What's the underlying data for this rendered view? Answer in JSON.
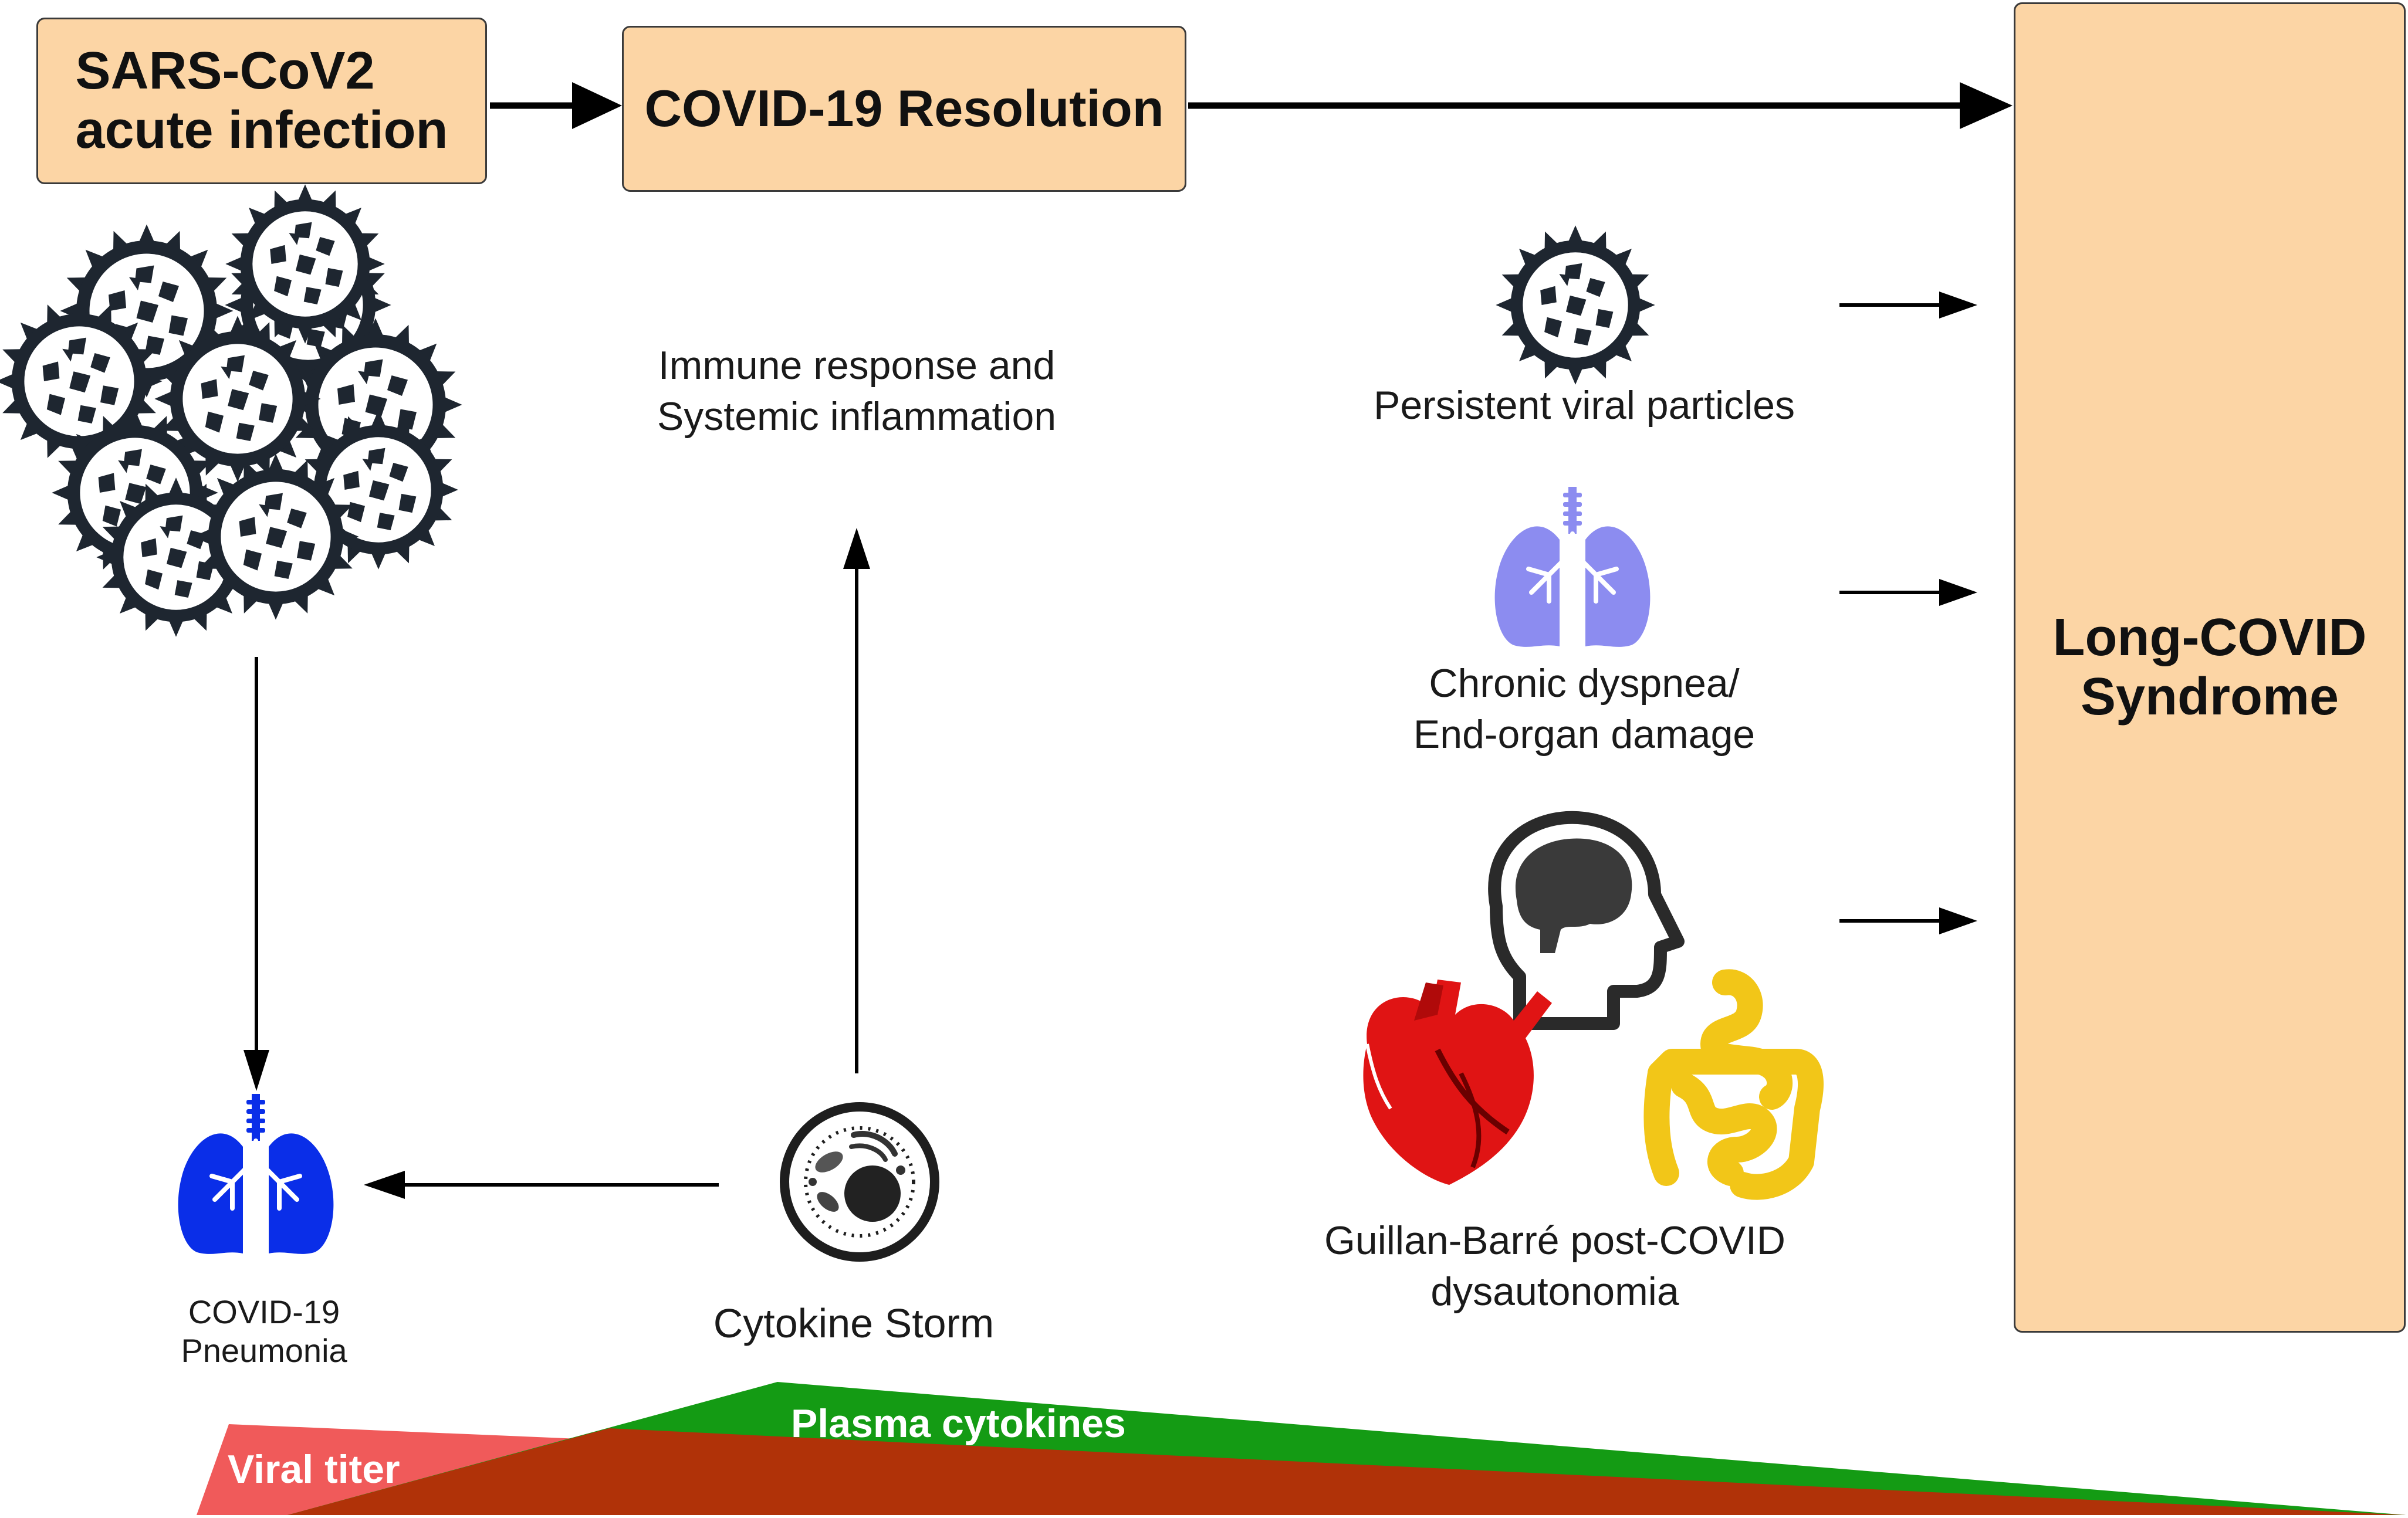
{
  "boxes": {
    "acute": "SARS-CoV2\nacute infection",
    "resolution": "COVID-19 Resolution",
    "long_covid": "Long-COVID\nSyndrome"
  },
  "labels": {
    "immune": "Immune response and\nSystemic inflammation",
    "persistent": "Persistent viral particles",
    "dyspnea": "Chronic dyspnea/\nEnd-organ damage",
    "guillan": "Guillan-Barré post-COVID\ndysautonomia",
    "pneumonia": "COVID-19\nPneumonia",
    "cytokine_storm": "Cytokine Storm"
  },
  "gradient": {
    "viral_titer": "Viral titer",
    "plasma_cytokines": "Plasma cytokines"
  },
  "icons": [
    "virus-cluster-icon",
    "virus-icon",
    "lungs-icon",
    "brain-head-icon",
    "heart-icon",
    "intestine-icon",
    "immune-cell-icon"
  ],
  "colors": {
    "box_fill": "#fcd5a5",
    "viral_titer": "#f05a5a",
    "plasma_cytokines": "#149b14",
    "overlap": "#b03208",
    "lungs_pneumonia": "#0a2ee8",
    "lungs_dyspnea": "#8c8cf0",
    "heart": "#e01414",
    "intestine": "#f2c618"
  }
}
